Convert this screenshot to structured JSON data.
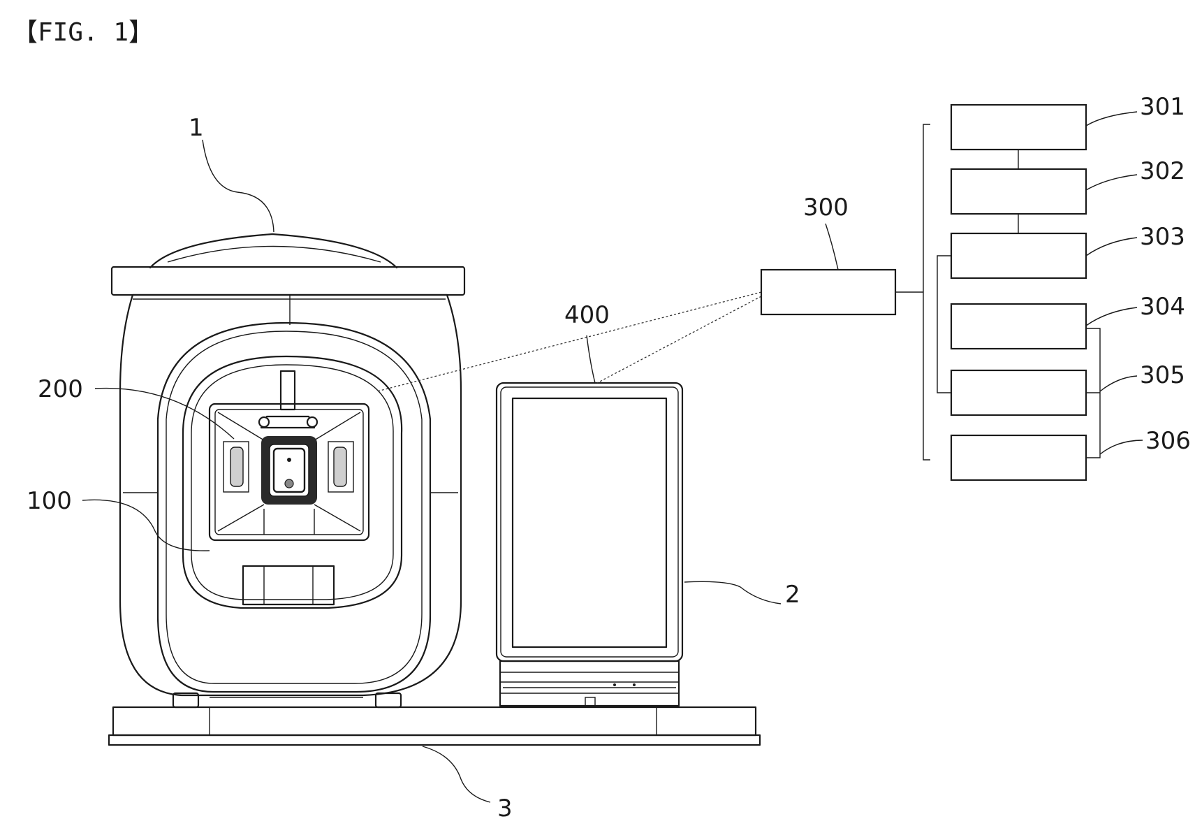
{
  "figure": {
    "caption": "【FIG. 1】",
    "refs": {
      "r1": "1",
      "r2": "2",
      "r3": "3",
      "r100": "100",
      "r200": "200",
      "r300": "300",
      "r301": "301",
      "r302": "302",
      "r303": "303",
      "r304": "304",
      "r305": "305",
      "r306": "306",
      "r400": "400"
    }
  }
}
